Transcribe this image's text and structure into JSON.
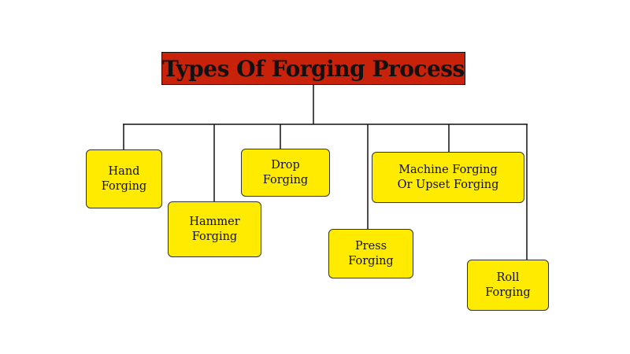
{
  "colors": {
    "title_fill": "#c8220a",
    "node_fill": "#ffeb00",
    "line": "#111111"
  },
  "title": "Types Of Forging Process",
  "nodes": [
    {
      "lines": [
        "Hand",
        "Forging"
      ]
    },
    {
      "lines": [
        "Hammer",
        "Forging"
      ]
    },
    {
      "lines": [
        "Drop",
        "Forging"
      ]
    },
    {
      "lines": [
        "Press",
        "Forging"
      ]
    },
    {
      "lines": [
        "Machine Forging",
        "Or Upset Forging"
      ]
    },
    {
      "lines": [
        "Roll",
        "Forging"
      ]
    }
  ]
}
